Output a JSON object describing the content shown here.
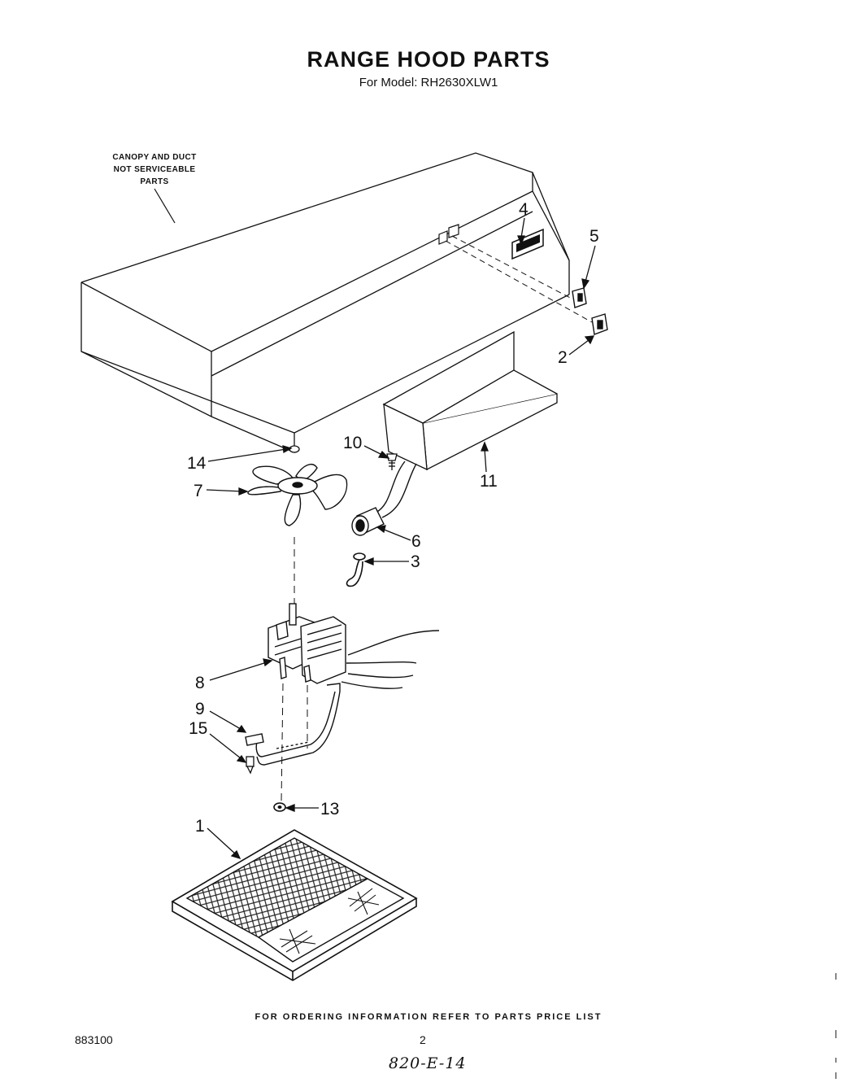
{
  "header": {
    "title": "RANGE HOOD PARTS",
    "subtitle": "For Model: RH2630XLW1"
  },
  "note": {
    "lines": [
      "CANOPY AND DUCT",
      "NOT SERVICEABLE",
      "PARTS"
    ]
  },
  "callouts": {
    "p1": "1",
    "p2": "2",
    "p3": "3",
    "p4": "4",
    "p5": "5",
    "p6": "6",
    "p7": "7",
    "p8": "8",
    "p9": "9",
    "p10": "10",
    "p11": "11",
    "p13": "13",
    "p14": "14",
    "p15": "15"
  },
  "footer": {
    "ordering": "FOR ORDERING INFORMATION REFER TO PARTS PRICE LIST",
    "doc_number": "883100",
    "page_number": "2",
    "handwritten": "820-E-14"
  }
}
